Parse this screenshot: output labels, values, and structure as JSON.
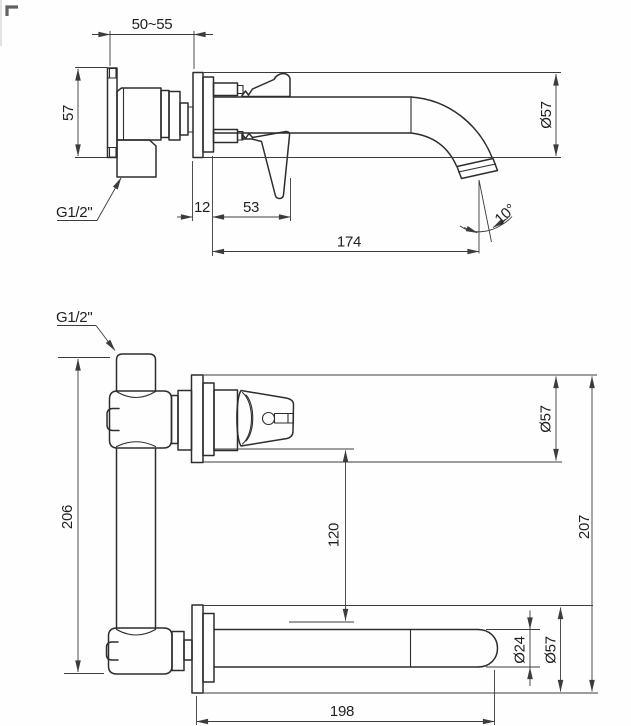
{
  "drawing": {
    "type": "technical-dimension-drawing",
    "subject": "wall-mounted basin mixer, side view (top) and plan view (bottom)"
  },
  "colors": {
    "background": "#fefefe",
    "object_line": "#2d2d2d",
    "dimension_line": "#3c3c3c",
    "text": "#1f1f1f"
  },
  "top_view": {
    "labels": {
      "depth_range": "50~55",
      "plate_height": "57",
      "thread": "G1/2\"",
      "escutcheon_depth": "12",
      "handle_length": "53",
      "spout_reach": "174",
      "escutcheon_diameter": "Ø57",
      "spout_angle": "10°"
    }
  },
  "bottom_view": {
    "labels": {
      "thread": "G1/2\"",
      "body_height": "206",
      "axis_spacing": "120",
      "overall_height": "207",
      "escutcheon_diameter": "Ø57",
      "spout_diameter": "Ø24",
      "lower_escutcheon_diameter": "Ø57",
      "spout_length": "198"
    }
  }
}
